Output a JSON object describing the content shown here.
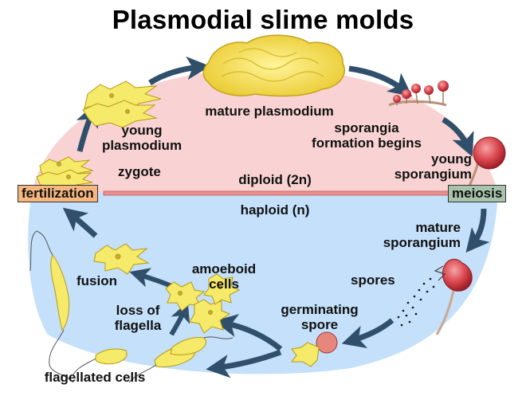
{
  "title": "Plasmodial slime molds",
  "phases": {
    "diploid": "diploid (2n)",
    "haploid": "haploid (n)"
  },
  "boxes": {
    "fertilization": "fertilization",
    "meiosis": "meiosis"
  },
  "stages": {
    "mature_plasmodium": "mature plasmodium",
    "sporangia": "sporangia\nformation begins",
    "young_sporangium": "young\nsporangium",
    "mature_sporangium": "mature\nsporangium",
    "spores": "spores",
    "germinating_spore": "germinating\nspore",
    "amoeboid_cells": "amoeboid\ncells",
    "loss_of_flagella": "loss of\nflagella",
    "flagellated_cells": "flagellated cells",
    "fusion": "fusion",
    "zygote": "zygote",
    "young_plasmodium": "young\nplasmodium"
  },
  "colors": {
    "diploid_fill": "#f9d3d3",
    "haploid_fill": "#c4e0fa",
    "fertilization_box": "#f6b77f",
    "meiosis_box": "#a9c4ad",
    "arrow": "#2f4f6b",
    "cell_fill": "#f6ea6a",
    "sporangium_red": "#d9444c",
    "divider": "#d46a6a"
  }
}
